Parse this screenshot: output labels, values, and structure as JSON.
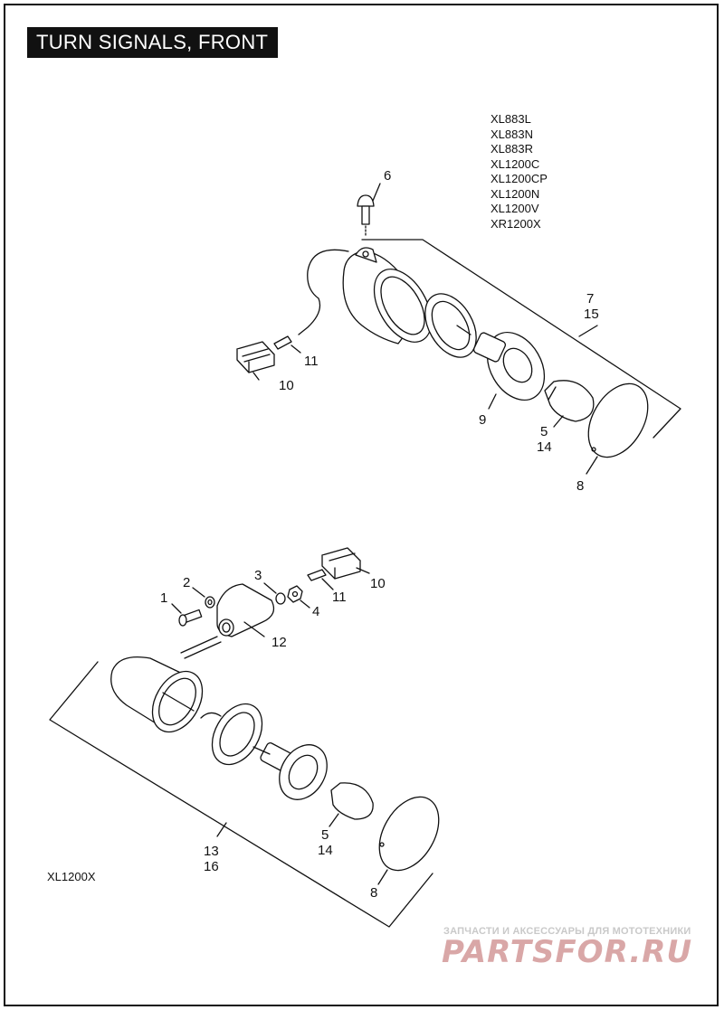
{
  "title": "TURN SIGNALS, FRONT",
  "models": [
    "XL883L",
    "XL883N",
    "XL883R",
    "XL1200C",
    "XL1200CP",
    "XL1200N",
    "XL1200V",
    "XR1200X"
  ],
  "variant_label": "XL1200X",
  "callouts": {
    "top": {
      "c6": "6",
      "c7": "7",
      "c15": "15",
      "c11": "11",
      "c10": "10",
      "c9": "9",
      "c5": "5",
      "c14": "14",
      "c8": "8"
    },
    "bottom": {
      "c10": "10",
      "c3": "3",
      "c2": "2",
      "c1": "1",
      "c11": "11",
      "c4": "4",
      "c12": "12",
      "c5": "5",
      "c14": "14",
      "c13": "13",
      "c16": "16",
      "c8": "8"
    }
  },
  "watermark": {
    "tagline": "ЗАПЧАСТИ И АКСЕССУАРЫ ДЛЯ МОТОТЕХНИКИ",
    "brand": "PARTSFOR.RU"
  }
}
